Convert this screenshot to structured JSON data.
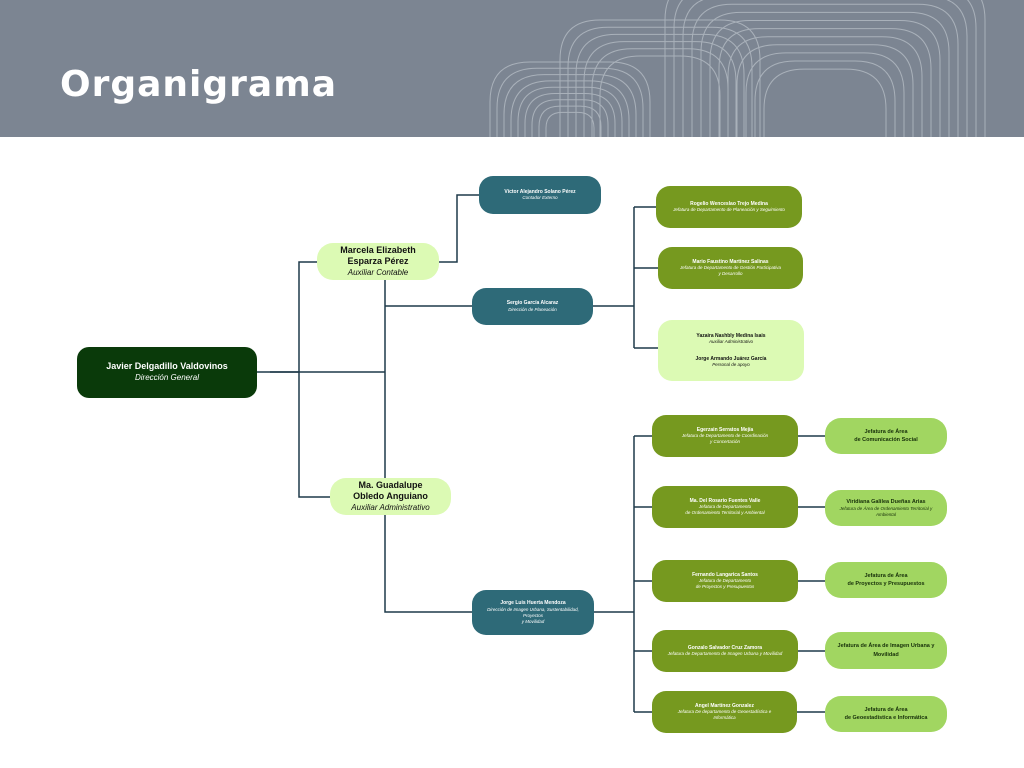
{
  "header": {
    "title": "Organigrama"
  },
  "colors": {
    "header_bg": "#7c8592",
    "dark_green": "#0a3a0a",
    "teal": "#2e6a78",
    "olive": "#76991f",
    "light_lime": "#dcfab4",
    "light_green": "#a1d661",
    "connector": "#1e3a4a"
  },
  "chart": {
    "root": {
      "name": "Javier Delgadillo Valdovinos",
      "role": "Dirección General"
    },
    "aux_contable": {
      "name": "Marcela Elizabeth\nEsparza Pérez",
      "role": "Auxiliar Contable"
    },
    "contador": {
      "name": "Víctor Alejandro Solano Pérez",
      "role": "Contador Externo"
    },
    "aux_admin": {
      "name": "Ma. Guadalupe\nObledo Anguiano",
      "role": "Auxiliar Administrativo"
    },
    "planeacion": {
      "name": "Sergio García Alcaraz",
      "role": "Dirección de Planeación"
    },
    "plan_children": [
      {
        "name": "Rogelio Wenceslao Trejo Medina",
        "role": "Jefatura de Departamento de Planeación y Seguimiento"
      },
      {
        "name": "Mario Faustino Martínez Salinas",
        "role": "Jefatura de Departamento de Gestión Participativa\ny Desarrollo"
      }
    ],
    "plan_staff": [
      {
        "name": "Yazaira Nashbly Medina Isais",
        "role": "Auxiliar Administrativo"
      },
      {
        "name": "Jorge Armando Juárez García",
        "role": "Personal de apoyo"
      }
    ],
    "imagen": {
      "name": "Jorge Luis Huerta Mendoza",
      "role": "Dirección de Imagen Urbana, Sustentabilidad, Proyectos\ny Movilidad"
    },
    "img_children": [
      {
        "name": "Egerzain Serratos Mejía",
        "role": "Jefatura de Departamento de Coordinación\ny Concertación"
      },
      {
        "name": "Ma. Del Rosario Fuentes Valle",
        "role": "Jefatura de Departamento\nde Ordenamiento Territorial y Ambiental"
      },
      {
        "name": "Fernando Langarica Santos",
        "role": "Jefatura de Departamento\nde Proyectos y Presupuestos"
      },
      {
        "name": "Gonzalo Salvador Cruz Zamora",
        "role": "Jefatura de Departamento de Imagen Urbana y Movilidad"
      },
      {
        "name": "Angel Martínez Gonzalez",
        "role": "Jefatura De departamento de Geoestadística e\nInformática"
      }
    ],
    "areas": [
      {
        "name": "Jefatura de Área\nde Comunicación Social",
        "role": ""
      },
      {
        "name": "Viridiana Galilea Dueñas Arias",
        "role": "Jefatura de Área de Ordenamiento Territorial y\nAmbiental"
      },
      {
        "name": "Jefatura de Área\nde Proyectos y Presupuestos",
        "role": ""
      },
      {
        "name": "Jefatura de Área de Imagen Urbana y\nMovilidad",
        "role": ""
      },
      {
        "name": "Jefatura de Área\nde Geoestadística e Informática",
        "role": ""
      }
    ]
  }
}
